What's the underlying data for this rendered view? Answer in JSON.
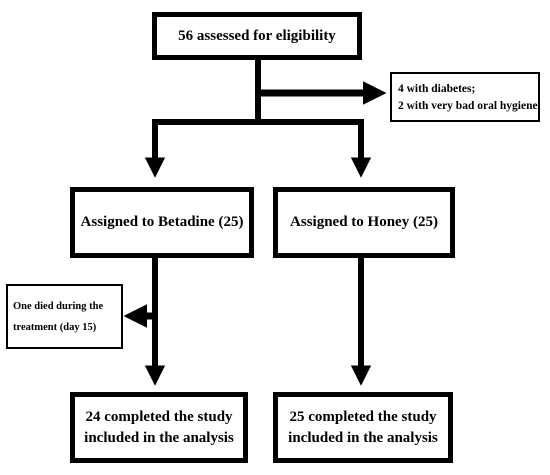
{
  "boxes": {
    "eligibility": "56 assessed for eligibility",
    "exclusion": {
      "line1": "4 with diabetes;",
      "line2": "2 with very bad oral hygiene"
    },
    "betadine": "Assigned to Betadine (25)",
    "honey": "Assigned to Honey (25)",
    "died": {
      "line1": "One died during the",
      "line2": "treatment  (day 15)"
    },
    "betadine_completed": {
      "line1": "24 completed the study",
      "line2": "included in the analysis"
    },
    "honey_completed": {
      "line1": "25 completed the study",
      "line2": "included in the analysis"
    }
  },
  "colors": {
    "stroke": "#000000",
    "background": "#ffffff"
  }
}
